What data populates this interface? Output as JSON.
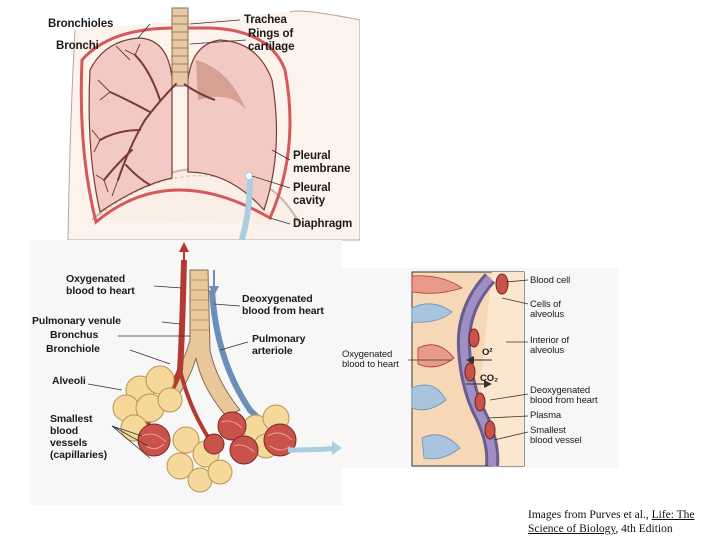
{
  "lungs_labels": {
    "bronchioles": "Bronchioles",
    "bronchi": "Bronchi",
    "trachea": "Trachea",
    "rings_l1": "Rings of",
    "rings_l2": "cartilage",
    "pleural_membrane_l1": "Pleural",
    "pleural_membrane_l2": "membrane",
    "pleural_cavity_l1": "Pleural",
    "pleural_cavity_l2": "cavity",
    "diaphragm": "Diaphragm"
  },
  "alveoli_labels": {
    "oxygenated_l1": "Oxygenated",
    "oxygenated_l2": "blood to heart",
    "deoxygenated_l1": "Deoxygenated",
    "deoxygenated_l2": "blood from heart",
    "pulmonary_venule": "Pulmonary venule",
    "bronchus": "Bronchus",
    "bronchiole": "Bronchiole",
    "pulmonary_arteriole_l1": "Pulmonary",
    "pulmonary_arteriole_l2": "arteriole",
    "alveoli": "Alveoli",
    "smallest_l1": "Smallest",
    "smallest_l2": "blood",
    "smallest_l3": "vessels",
    "smallest_l4": "(capillaries)"
  },
  "capillary_labels": {
    "blood_cell": "Blood cell",
    "cells_alveolus_l1": "Cells of",
    "cells_alveolus_l2": "alveolus",
    "interior_l1": "Interior of",
    "interior_l2": "alveolus",
    "oxygenated_l1": "Oxygenated",
    "oxygenated_l2": "blood to heart",
    "o2": "O²",
    "co2": "CO₂",
    "deoxygenated_l1": "Deoxygenated",
    "deoxygenated_l2": "blood from heart",
    "plasma": "Plasma",
    "smallest_l1": "Smallest",
    "smallest_l2": "blood vessel"
  },
  "caption": {
    "prefix": "Images from Purves et al., ",
    "title": "Life: The Science of Biology",
    "suffix": ", 4th Edition"
  },
  "colors": {
    "lung_fill": "#f3c9c3",
    "lung_outline": "#7a3b35",
    "trachea": "#e6c9a4",
    "pleura": "#d6585a",
    "arrow_blue": "#a9cde3",
    "alveoli_yellow": "#f5d89a",
    "vessel_red": "#b23a32",
    "vessel_blue": "#6b8fb8",
    "capillary_bg": "#f6d8b6"
  }
}
